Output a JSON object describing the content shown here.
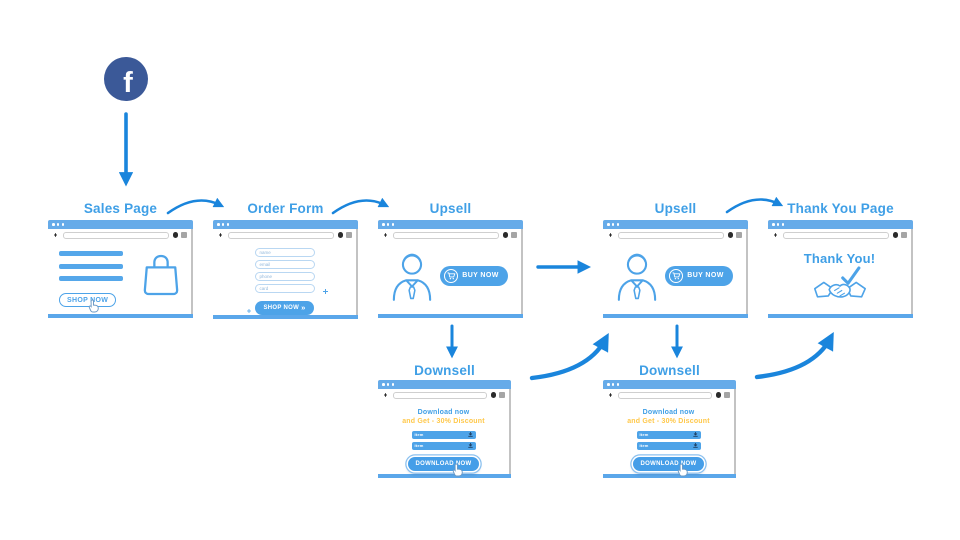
{
  "colors": {
    "arrow_blue": "#1a85dc",
    "title_blue": "#3f9fe6",
    "window_bar_blue": "#66abe9",
    "element_blue": "#4da3e8",
    "facebook_navy": "#3b5998",
    "discount_yellow": "#ffc84a"
  },
  "source": {
    "name": "Facebook",
    "logo_letter": "f"
  },
  "windows": [
    {
      "id": "sales-page",
      "title": "Sales Page"
    },
    {
      "id": "order-form",
      "title": "Order Form"
    },
    {
      "id": "upsell-1",
      "title": "Upsell"
    },
    {
      "id": "upsell-2",
      "title": "Upsell"
    },
    {
      "id": "thank-you-page",
      "title": "Thank You Page"
    },
    {
      "id": "downsell-1",
      "title": "Downsell"
    },
    {
      "id": "downsell-2",
      "title": "Downsell"
    }
  ],
  "sales_page": {
    "shop_button": "SHOP NOW"
  },
  "order_form": {
    "fields": [
      "name",
      "email",
      "phone",
      "card"
    ],
    "submit_button": "SHOP NOW",
    "submit_chevrons": "»"
  },
  "upsell": {
    "buy_button": "BUY NOW"
  },
  "thank_you": {
    "message": "Thank You!"
  },
  "downsell": {
    "headline_line1": "Download now",
    "headline_line2": "and Get - 30% Discount",
    "items": [
      "Item",
      "Item"
    ],
    "download_button": "DOWNLOAD NOW"
  }
}
